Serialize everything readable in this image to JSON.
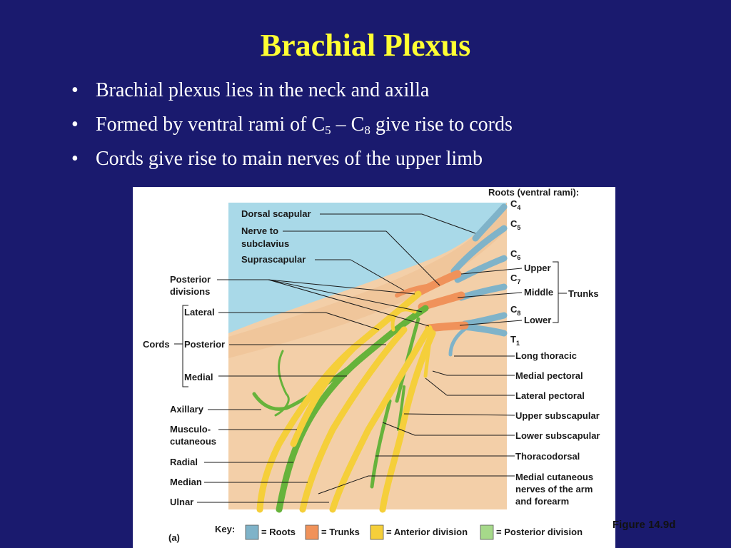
{
  "slide": {
    "title": "Brachial Plexus",
    "bullets": [
      {
        "text": "Brachial plexus lies in the neck and axilla"
      },
      {
        "pre": "Formed by ventral rami of C",
        "sub1": "5",
        "mid": " – C",
        "sub2": "8",
        "post": " give rise to cords"
      },
      {
        "text": "Cords give rise to main nerves of the upper limb"
      }
    ],
    "bullet_glyph": "•"
  },
  "figure": {
    "caption": "Figure 14.9d",
    "panel_letter": "(a)",
    "roots_header": "Roots (ventral rami):",
    "roots": [
      {
        "base": "C",
        "sub": "4"
      },
      {
        "base": "C",
        "sub": "5"
      },
      {
        "base": "C",
        "sub": "6"
      },
      {
        "base": "C",
        "sub": "7"
      },
      {
        "base": "C",
        "sub": "8"
      },
      {
        "base": "T",
        "sub": "1"
      }
    ],
    "trunks": [
      "Upper",
      "Middle",
      "Lower"
    ],
    "trunks_label": "Trunks",
    "cords_label": "Cords",
    "cords": [
      "Lateral",
      "Posterior",
      "Medial"
    ],
    "left_top_labels": [
      "Dorsal scapular",
      "Nerve to",
      "subclavius",
      "Suprascapular",
      "Posterior",
      "divisions"
    ],
    "left_bottom_labels": [
      "Axillary",
      "Musculo-",
      "cutaneous",
      "Radial",
      "Median",
      "Ulnar"
    ],
    "right_labels": [
      "Long thoracic",
      "Medial pectoral",
      "Lateral pectoral",
      "Upper subscapular",
      "Lower subscapular",
      "Thoracodorsal",
      "Medial cutaneous",
      "nerves of the arm",
      "and forearm"
    ],
    "key": {
      "title": "Key:",
      "items": [
        {
          "label": "= Roots",
          "color": "#7fb3c9"
        },
        {
          "label": "= Trunks",
          "color": "#f0925a"
        },
        {
          "label": "= Anterior division",
          "color": "#f5cf3a"
        },
        {
          "label": "= Posterior division",
          "color": "#a6d98a"
        }
      ]
    },
    "colors": {
      "sky": "#a9d9e8",
      "skin": "#f3cfa8",
      "root": "#7fb3c9",
      "trunk": "#f0925a",
      "anterior": "#f5cf3a",
      "posterior": "#66b33b"
    }
  }
}
